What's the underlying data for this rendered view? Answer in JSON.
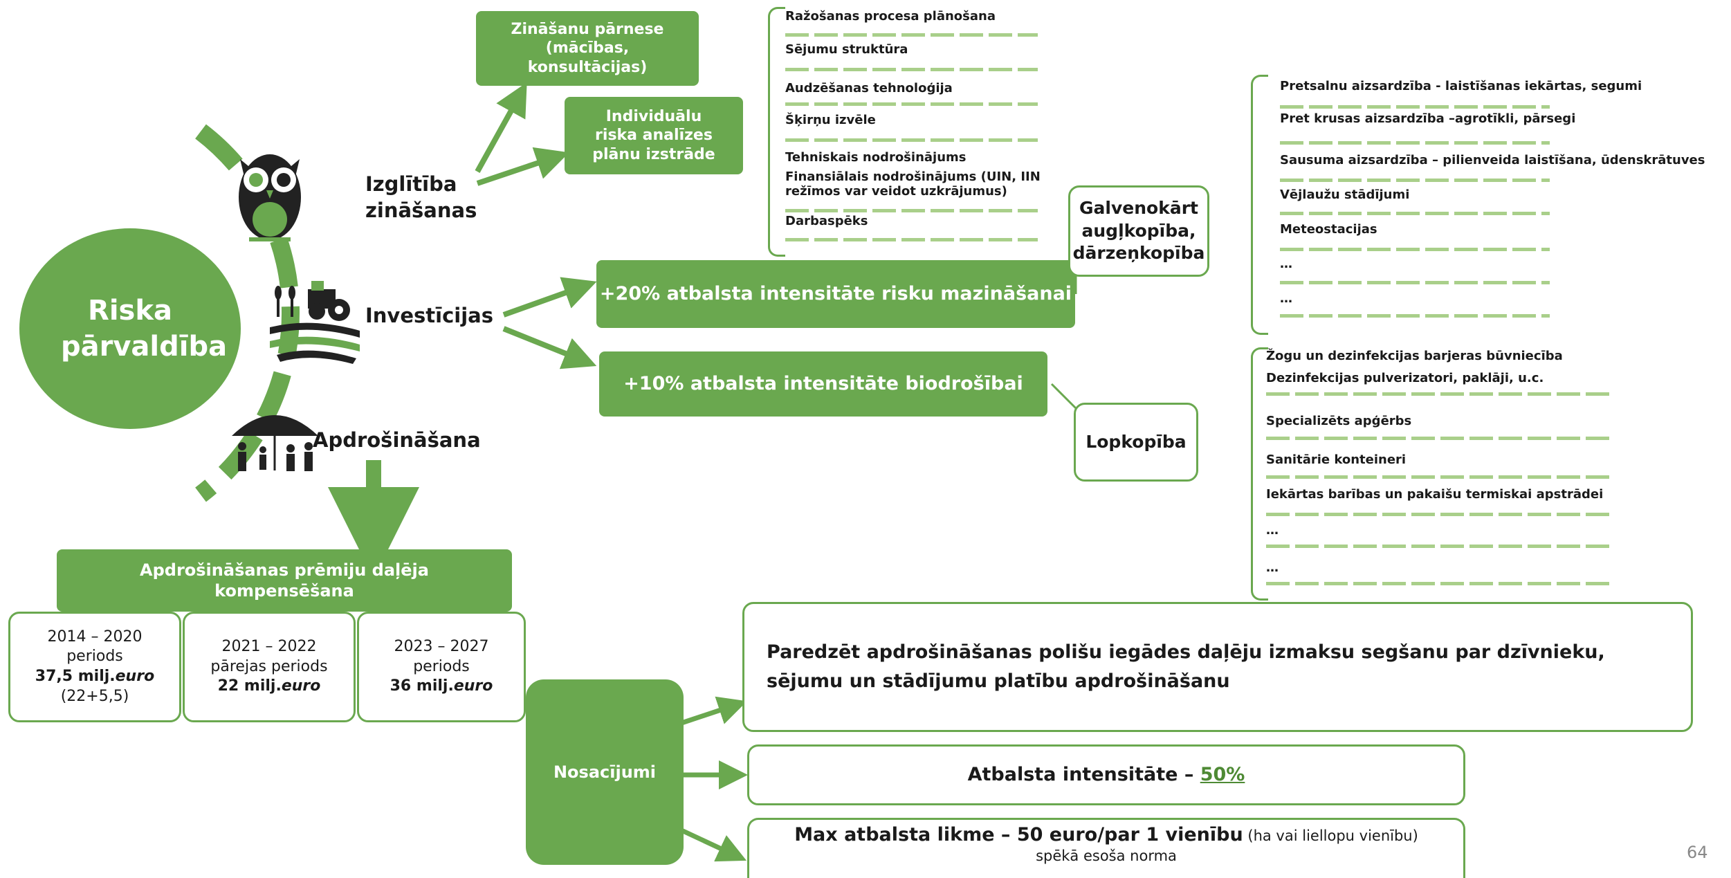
{
  "colors": {
    "green": "#6aa84f",
    "light_green": "#a9cf8a",
    "text": "#1a1a1a"
  },
  "center": {
    "title": "Riska pārvaldība"
  },
  "icons": {
    "owl": "owl-icon",
    "farm": "farm-tractor-icon",
    "umbrella": "umbrella-family-icon"
  },
  "branches": {
    "education": "Izglītība zināšanas",
    "investments": "Investīcijas",
    "insurance": "Apdrošināšana"
  },
  "education_boxes": {
    "knowledge_transfer": "Zināšanu pārnese (mācības, konsultācijas)",
    "risk_analysis": "Individuālu riska analīzes plānu izstrāde"
  },
  "education_list": [
    "Ražošanas procesa plānošana",
    "Sējumu struktūra",
    "Audzēšanas tehnoloģija",
    "Šķirņu izvēle",
    "Tehniskais nodrošinājums",
    "Finansiālais nodrošinājums (UIN, IIN režīmos var veidot uzkrājumus)",
    "Darbaspēks"
  ],
  "investment_boxes": {
    "risk_reduction": "+20% atbalsta intensitāte risku mazināšanai",
    "biosecurity": "+10% atbalsta intensitāte biodrošībai"
  },
  "sectors": {
    "horticulture": "Galvenokārt augļkopība, dārzeņkopība",
    "livestock": "Lopkopība"
  },
  "horticulture_list": [
    "Pretsalnu aizsardzība - laistīšanas iekārtas, segumi",
    "Pret krusas aizsardzība –agrotīkli, pārsegi",
    "Sausuma aizsardzība – pilienveida laistīšana, ūdenskrātuves",
    "Vējlaužu stādījumi",
    "Meteostacijas",
    "…",
    "…"
  ],
  "livestock_list": [
    "Žogu un dezinfekcijas barjeras būvniecība",
    "Dezinfekcijas pulverizatori, paklāji, u.c.",
    "Specializēts apģērbs",
    "Sanitārie konteineri",
    "Iekārtas barības un pakaišu termiskai apstrādei",
    "…",
    "…"
  ],
  "insurance": {
    "compensation_title": "Apdrošināšanas prēmiju daļēja kompensēšana",
    "periods": [
      {
        "years": "2014 – 2020",
        "label": "periods",
        "amount": "37,5 milj.",
        "unit": "euro",
        "extra": "(22+5,5)"
      },
      {
        "years": "2021 – 2022",
        "label": "pārejas periods",
        "amount": "22 milj.",
        "unit": "euro",
        "extra": ""
      },
      {
        "years": "2023 – 2027",
        "label": "periods",
        "amount": "36 milj.",
        "unit": "euro",
        "extra": ""
      }
    ],
    "conditions_label": "Nosacījumi",
    "conditions": {
      "c1": "Paredzēt apdrošināšanas polišu iegādes daļēju izmaksu segšanu par dzīvnieku, sējumu un stādījumu platību apdrošināšanu",
      "c2_text": "Atbalsta intensitāte – ",
      "c2_value": "50%",
      "c3_main": "Max atbalsta likme – 50 euro/par 1 vienību",
      "c3_note": " (ha vai liellopu vienību)",
      "c3_sub": "spēkā esoša norma"
    }
  },
  "page_number": "64"
}
